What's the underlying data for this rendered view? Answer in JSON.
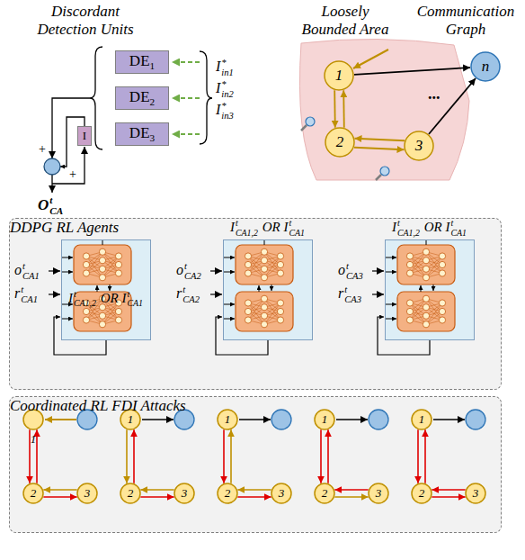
{
  "diagram": {
    "nodes": [
      {
        "text": [
          "DE1"
        ]
      },
      {
        "text": [
          "DE2"
        ]
      },
      {
        "text": [
          "DE3"
        ]
      },
      {
        "text": [
          "I"
        ]
      },
      {
        "text": [
          "1"
        ]
      },
      {
        "text": [
          "n"
        ]
      },
      {
        "text": [
          "2"
        ]
      },
      {
        "text": [
          "3"
        ]
      },
      {
        "text": [
          "DDPG RL Agents"
        ]
      },
      {
        "text": [
          "ItCA1,2 OR ItCA1"
        ],
        "in": 8
      },
      {
        "text": [
          "ItCA1,2 OR ItCA1"
        ],
        "in": 8
      },
      {
        "text": [
          "ItCA1,2 OR ItCA1"
        ],
        "in": 8
      },
      {
        "text": [
          "Coordinated RL FDI Attacks"
        ]
      },
      {
        "text": [
          "1"
        ],
        "in": 12
      },
      {
        "text": [
          "2"
        ],
        "in": 12
      },
      {
        "text": [
          "3"
        ],
        "in": 12
      },
      {
        "text": [
          "1"
        ],
        "in": 12
      },
      {
        "text": [
          "2"
        ],
        "in": 12
      },
      {
        "text": [
          "3"
        ],
        "in": 12
      },
      {
        "text": [
          "1"
        ],
        "in": 12
      },
      {
        "text": [
          "2"
        ],
        "in": 12
      },
      {
        "text": [
          "3"
        ],
        "in": 12
      },
      {
        "text": [
          "1"
        ],
        "in": 12
      },
      {
        "text": [
          "2"
        ],
        "in": 12
      },
      {
        "text": [
          "3"
        ],
        "in": 12
      },
      {
        "text": [
          "1"
        ],
        "in": 12
      },
      {
        "text": [
          "2"
        ],
        "in": 12
      },
      {
        "text": [
          "3"
        ],
        "in": 12
      }
    ],
    "edges": [
      {
        "from": 4,
        "to": 5,
        "arrow": "to"
      },
      {
        "from": 7,
        "to": 5,
        "arrow": "to"
      },
      {
        "from": 4,
        "to": 6,
        "arrow": "to"
      },
      {
        "from": 6,
        "to": 4,
        "arrow": "to"
      },
      {
        "from": 6,
        "to": 7,
        "arrow": "to"
      },
      {
        "from": 7,
        "to": 6,
        "arrow": "to"
      },
      {
        "from": 13,
        "to": 14,
        "arrow": "to"
      },
      {
        "from": 14,
        "to": 13,
        "arrow": "to"
      },
      {
        "from": 14,
        "to": 15,
        "arrow": "to"
      },
      {
        "from": 15,
        "to": 14,
        "arrow": "to"
      },
      {
        "from": 16,
        "to": 17,
        "arrow": "to"
      },
      {
        "from": 17,
        "to": 16,
        "arrow": "to"
      },
      {
        "from": 17,
        "to": 18,
        "arrow": "to"
      },
      {
        "from": 18,
        "to": 17,
        "arrow": "to"
      },
      {
        "from": 19,
        "to": 20,
        "arrow": "to"
      },
      {
        "from": 20,
        "to": 19,
        "arrow": "to"
      },
      {
        "from": 20,
        "to": 21,
        "arrow": "to"
      },
      {
        "from": 21,
        "to": 20,
        "arrow": "to"
      },
      {
        "from": 22,
        "to": 23,
        "arrow": "to"
      },
      {
        "from": 23,
        "to": 22,
        "arrow": "to"
      },
      {
        "from": 23,
        "to": 24,
        "arrow": "to"
      },
      {
        "from": 24,
        "to": 23,
        "arrow": "to"
      },
      {
        "from": 25,
        "to": 26,
        "arrow": "to"
      },
      {
        "from": 26,
        "to": 25,
        "arrow": "to"
      },
      {
        "from": 26,
        "to": 27,
        "arrow": "to"
      },
      {
        "from": 27,
        "to": 26,
        "arrow": "to"
      }
    ],
    "labels": [
      "Discordant Detection Units",
      "Loosely Bounded Area",
      "Communication Graph",
      "I*in1",
      "I*in2",
      "I*in3",
      "+",
      "+",
      "OtCA",
      "...",
      "otCA1",
      "rtCA1",
      "otCA2",
      "rtCA2",
      "otCA3",
      "rtCA3"
    ]
  }
}
